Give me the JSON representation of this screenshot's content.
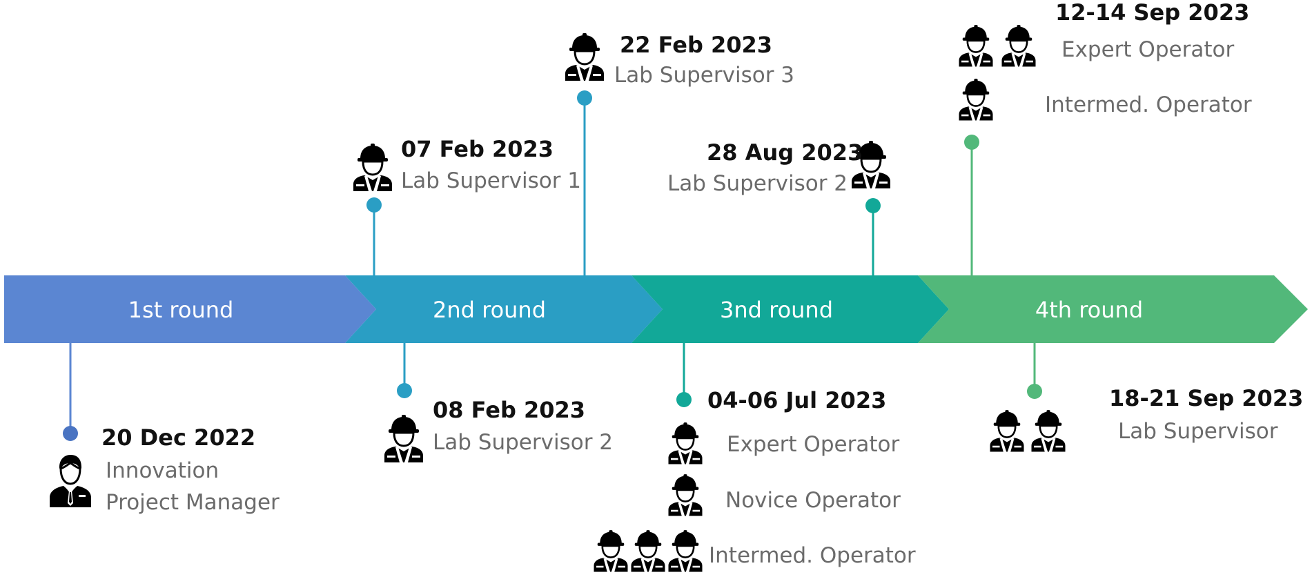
{
  "colors": {
    "round1": "#5b86d2",
    "round2": "#2a9ec4",
    "round3": "#12a898",
    "round4": "#52b87a",
    "date_text": "#111111",
    "role_text": "#6b6b6b",
    "icon": "#000000"
  },
  "rounds": [
    {
      "label": "1st round"
    },
    {
      "label": "2nd round"
    },
    {
      "label": "3nd round"
    },
    {
      "label": "4th round"
    }
  ],
  "events": {
    "e1": {
      "date": "20 Dec 2022",
      "role_line1": "Innovation",
      "role_line2": "Project Manager",
      "icon": "manager-icon",
      "round": 1
    },
    "e2": {
      "date": "07 Feb 2023",
      "role": "Lab Supervisor 1",
      "icon": "worker-icon",
      "round": 2
    },
    "e3": {
      "date": "08 Feb 2023",
      "role": "Lab Supervisor 2",
      "icon": "worker-icon",
      "round": 2
    },
    "e4": {
      "date": "22 Feb 2023",
      "role": "Lab Supervisor 3",
      "icon": "worker-icon",
      "round": 2
    },
    "e5": {
      "date": "04-06 Jul 2023",
      "roles": [
        "Expert Operator",
        "Novice Operator",
        "Intermed. Operator"
      ],
      "icon": "worker-icon",
      "round": 3
    },
    "e6": {
      "date": "28 Aug 2023",
      "role": "Lab Supervisor 2",
      "icon": "worker-icon",
      "round": 3
    },
    "e7": {
      "date": "12-14 Sep 2023",
      "roles": [
        "Expert Operator",
        "Intermed. Operator"
      ],
      "icon": "worker-icon",
      "round": 4
    },
    "e8": {
      "date": "18-21 Sep 2023",
      "role": "Lab Supervisor",
      "icon": "worker-icon",
      "round": 4
    }
  }
}
